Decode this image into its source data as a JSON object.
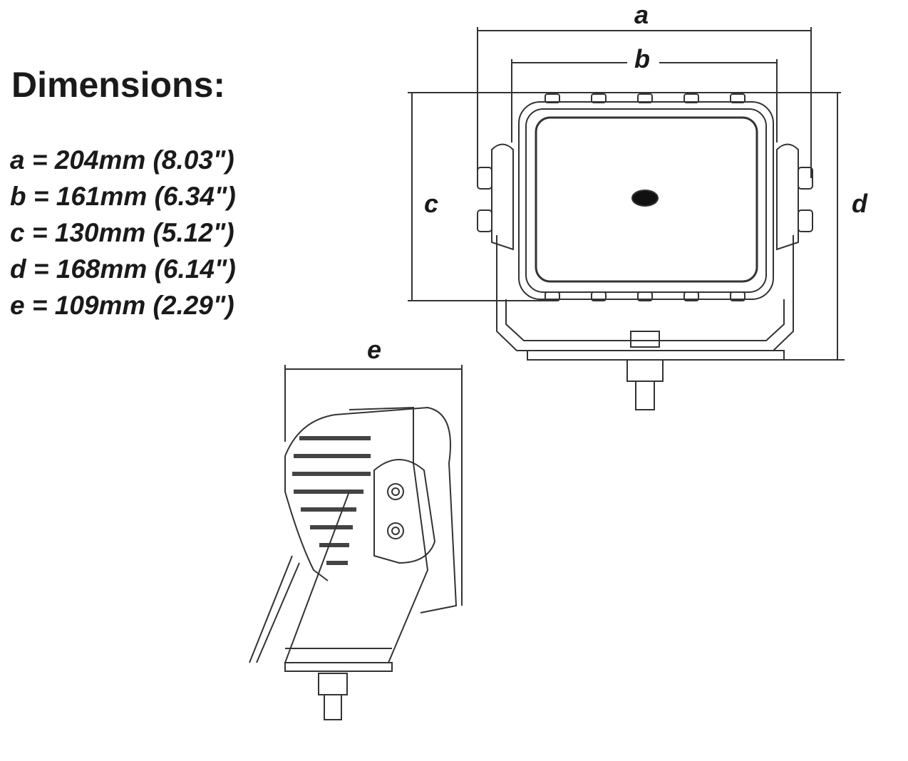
{
  "title": "Dimensions:",
  "specs": [
    "a = 204mm (8.03\")",
    "b = 161mm (6.34\")",
    "c = 130mm (5.12\")",
    "d = 168mm (6.14\")",
    "e = 109mm (2.29\")"
  ],
  "labels": {
    "a": "a",
    "b": "b",
    "c": "c",
    "d": "d",
    "e": "e"
  }
}
